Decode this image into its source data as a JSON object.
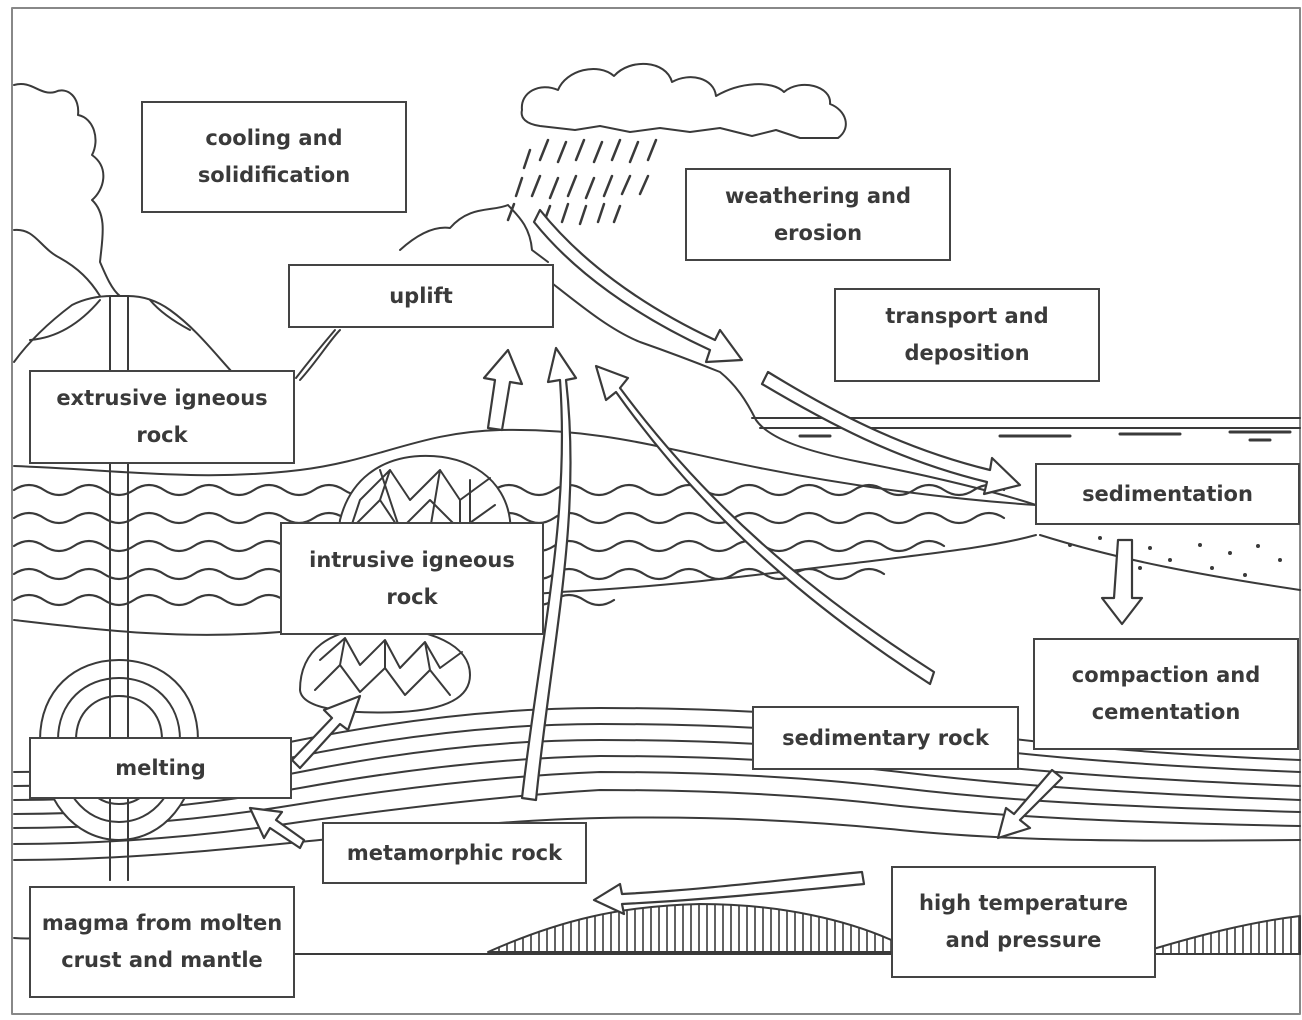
{
  "diagram": {
    "colors": {
      "line": "#3a3a3a",
      "box_border": "#444444",
      "text": "#3a3a3a",
      "background": "#ffffff"
    },
    "labels": {
      "cooling": "cooling and\nsolidification",
      "weathering": "weathering and\nerosion",
      "uplift": "uplift",
      "transport": "transport and\ndeposition",
      "extrusive": "extrusive igneous\nrock",
      "sedimentation": "sedimentation",
      "intrusive": "intrusive igneous\nrock",
      "compaction": "compaction and\ncementation",
      "sedimentary": "sedimentary rock",
      "melting": "melting",
      "metamorphic": "metamorphic rock",
      "high_temp": "high temperature\nand pressure",
      "magma": "magma from molten\ncrust and mantle"
    }
  }
}
